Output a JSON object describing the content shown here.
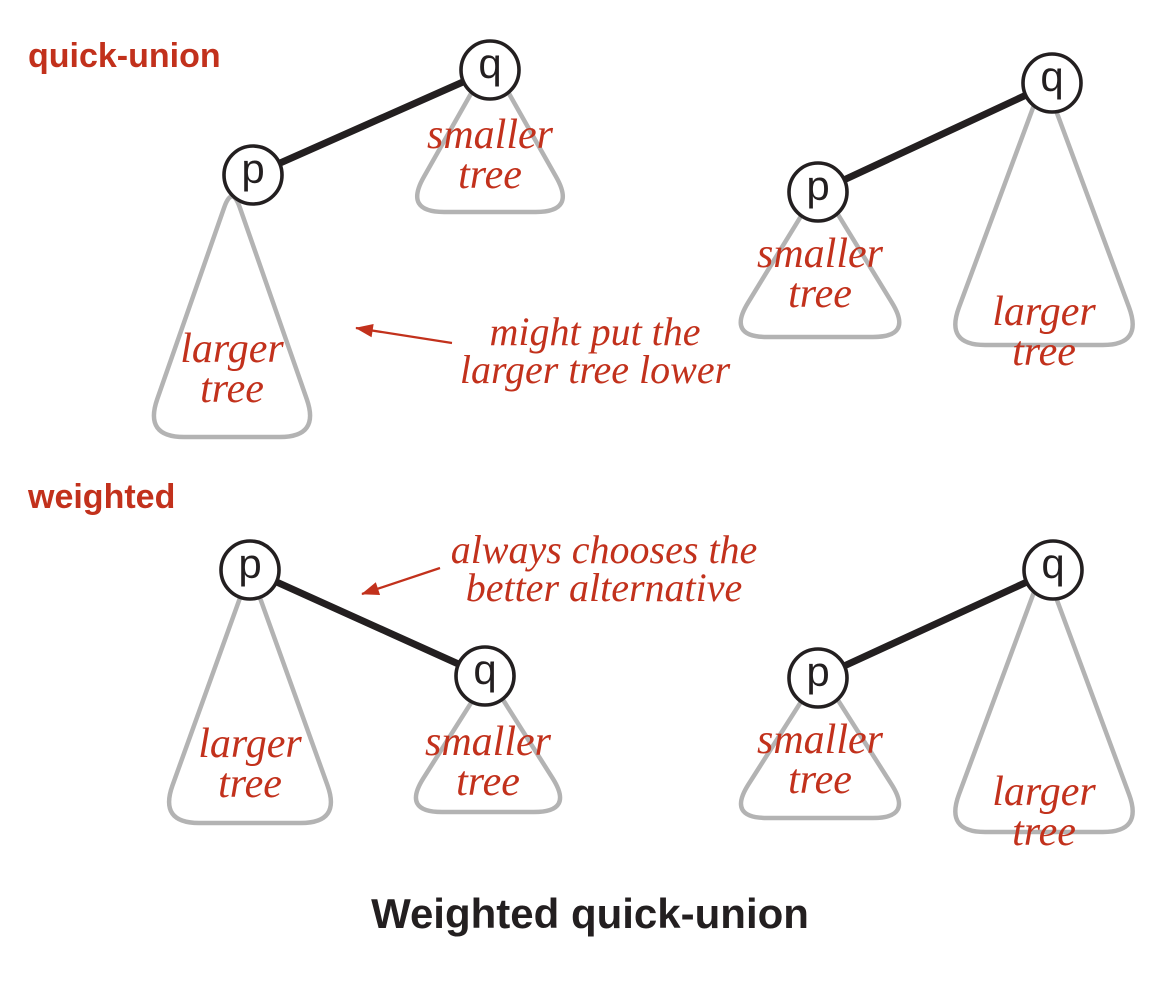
{
  "figure": {
    "caption": "Weighted quick-union"
  },
  "sections": {
    "quick_union": {
      "label": "quick-union"
    },
    "weighted": {
      "label": "weighted"
    }
  },
  "node_labels": {
    "p": "p",
    "q": "q"
  },
  "tree_labels": {
    "smaller": {
      "line1": "smaller",
      "line2": "tree"
    },
    "larger": {
      "line1": "larger",
      "line2": "tree"
    }
  },
  "annotations": {
    "quick_union": {
      "line1": "might put the",
      "line2": "larger tree lower"
    },
    "weighted": {
      "line1": "always chooses the",
      "line2": "better alternative"
    }
  },
  "colors": {
    "accent_red": "#c2311c",
    "tree_outline_gray": "#b3b3b3",
    "ink_black": "#231f20",
    "background": "#ffffff"
  }
}
